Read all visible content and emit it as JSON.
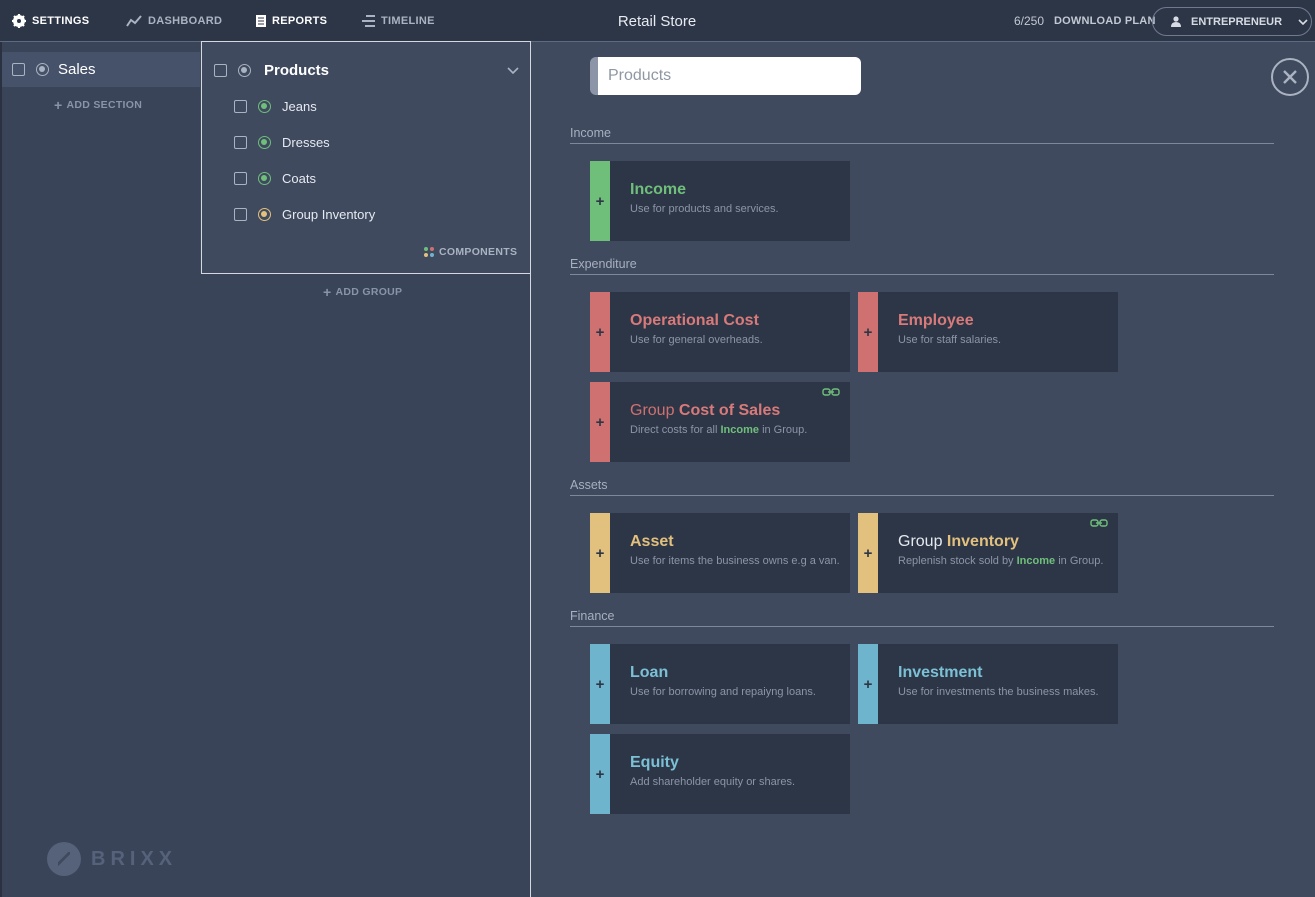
{
  "nav": {
    "settings": "SETTINGS",
    "dashboard": "DASHBOARD",
    "reports": "REPORTS",
    "timeline": "TIMELINE"
  },
  "app_title": "Retail Store",
  "plan": {
    "count": "6/250",
    "download": "DOWNLOAD PLAN",
    "account": "ENTREPRENEUR"
  },
  "sidebar": {
    "section": "Sales",
    "add_section": "ADD SECTION",
    "logo_text": "BRIXX"
  },
  "group": {
    "title": "Products",
    "items": [
      {
        "label": "Jeans",
        "status": "green"
      },
      {
        "label": "Dresses",
        "status": "green"
      },
      {
        "label": "Coats",
        "status": "green"
      },
      {
        "label": "Group Inventory",
        "status": "gold"
      }
    ],
    "components": "COMPONENTS",
    "add_group": "ADD GROUP"
  },
  "search": {
    "placeholder": "Products"
  },
  "categories": {
    "income": "Income",
    "expenditure": "Expenditure",
    "assets": "Assets",
    "finance": "Finance"
  },
  "cards": {
    "income": {
      "title": "Income",
      "desc": "Use for products and services."
    },
    "operational_cost": {
      "title": "Operational Cost",
      "desc": "Use for general overheads."
    },
    "employee": {
      "title": "Employee",
      "desc": "Use for staff salaries."
    },
    "group_cost_of_sales": {
      "prefix": "Group",
      "title": "Cost of Sales",
      "desc_pre": "Direct costs for all",
      "desc_bold": "Income",
      "desc_post": "in Group."
    },
    "asset": {
      "title": "Asset",
      "desc": "Use for items the business owns e.g a van."
    },
    "group_inventory": {
      "prefix": "Group",
      "title": "Inventory",
      "desc_pre": "Replenish stock sold by",
      "desc_bold": "Income",
      "desc_post": "in Group."
    },
    "loan": {
      "title": "Loan",
      "desc": "Use for borrowing and repaiyng loans."
    },
    "investment": {
      "title": "Investment",
      "desc": "Use for investments the business makes."
    },
    "equity": {
      "title": "Equity",
      "desc": "Add shareholder equity or shares."
    }
  },
  "colors": {
    "income": "#6fbf7b",
    "expenditure": "#cf7171",
    "assets": "#e2c07e",
    "finance": "#6db4cc"
  }
}
